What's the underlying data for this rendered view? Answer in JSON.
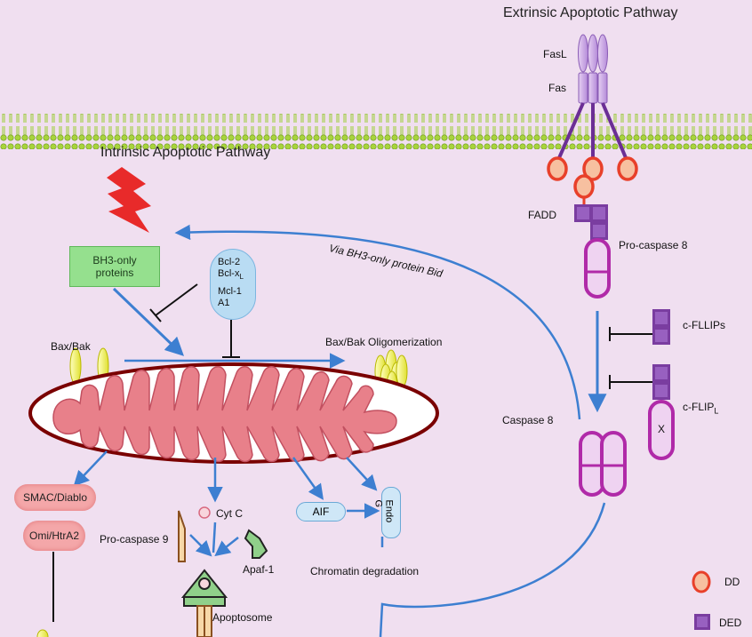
{
  "titles": {
    "extrinsic": "Extrinsic Apoptotic Pathway",
    "intrinsic": "Intrinsic Apoptotic Pathway"
  },
  "labels": {
    "fasl": "FasL",
    "fas": "Fas",
    "fadd": "FADD",
    "pro_caspase_8": "Pro-caspase 8",
    "c_fllips": "c-FLLIPs",
    "c_flip_l": "c-FLIP",
    "c_flip_l_sub": "L",
    "c_flip_x": "X",
    "caspase_8": "Caspase 8",
    "bid_path": "Via BH3-only protein Bid",
    "bh3_only": "BH3-only proteins",
    "bax_bak": "Bax/Bak",
    "bax_bak_olig": "Bax/Bak Oligomerization",
    "smac": "SMAC/Diablo",
    "omi": "Omi/HtrA2",
    "cyt_c": "Cyt C",
    "pro_caspase_9": "Pro-caspase 9",
    "apaf1": "Apaf-1",
    "apoptosome": "Apoptosome",
    "aif": "AIF",
    "endo_g": "Endo G",
    "chromatin": "Chromatin degradation",
    "legend_dd": "DD",
    "legend_ded": "DED"
  },
  "bcl": {
    "line1": "Bcl-2",
    "line2": "Bcl-x",
    "line2_sub": "L",
    "line3": "Mcl-1",
    "line4": "A1"
  },
  "colors": {
    "background": "#f0dff0",
    "membrane": "#9acd32",
    "arrow": "#3d7fd1",
    "mitochondria_outer": "#7a0000",
    "mitochondria_inner": "#e8808a",
    "dd": "#e8402a",
    "ded": "#7a3da0",
    "receptor": "#b48ad8"
  }
}
